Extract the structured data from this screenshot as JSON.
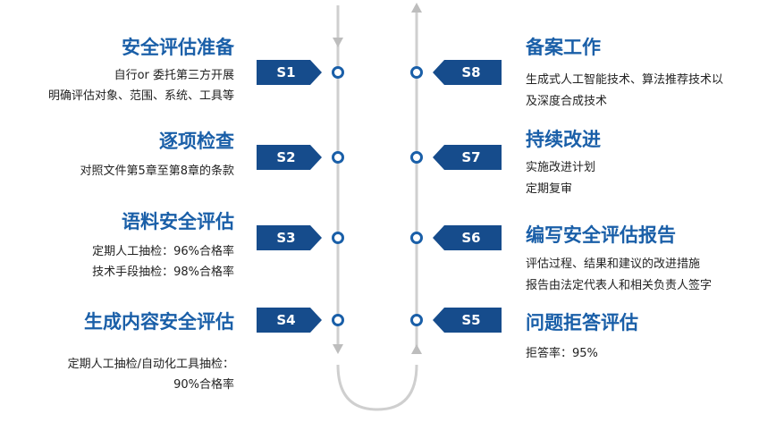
{
  "colors": {
    "accent": "#1a5fa8",
    "badge": "#164c8c",
    "track": "#c8c8c8",
    "text": "#222222"
  },
  "steps": [
    {
      "id": "S1",
      "title": "安全评估准备",
      "lines": [
        "自行or 委托第三方开展",
        "明确评估对象、范围、系统、工具等"
      ]
    },
    {
      "id": "S2",
      "title": "逐项检查",
      "lines": [
        "对照文件第5章至第8章的条款"
      ]
    },
    {
      "id": "S3",
      "title": "语料安全评估",
      "lines": [
        "定期人工抽检：96%合格率",
        "技术手段抽检：98%合格率"
      ]
    },
    {
      "id": "S4",
      "title": "生成内容安全评估",
      "lines": [
        "定期人工抽检/自动化工具抽检：",
        "90%合格率"
      ]
    },
    {
      "id": "S5",
      "title": "问题拒答评估",
      "lines": [
        "拒答率：95%"
      ]
    },
    {
      "id": "S6",
      "title": "编写安全评估报告",
      "lines": [
        "评估过程、结果和建议的改进措施",
        "报告由法定代表人和相关负责人签字"
      ]
    },
    {
      "id": "S7",
      "title": "持续改进",
      "lines": [
        "实施改进计划",
        "定期复审"
      ]
    },
    {
      "id": "S8",
      "title": "备案工作",
      "lines": [
        "生成式人工智能技术、算法推荐技术以",
        "及深度合成技术"
      ]
    }
  ]
}
